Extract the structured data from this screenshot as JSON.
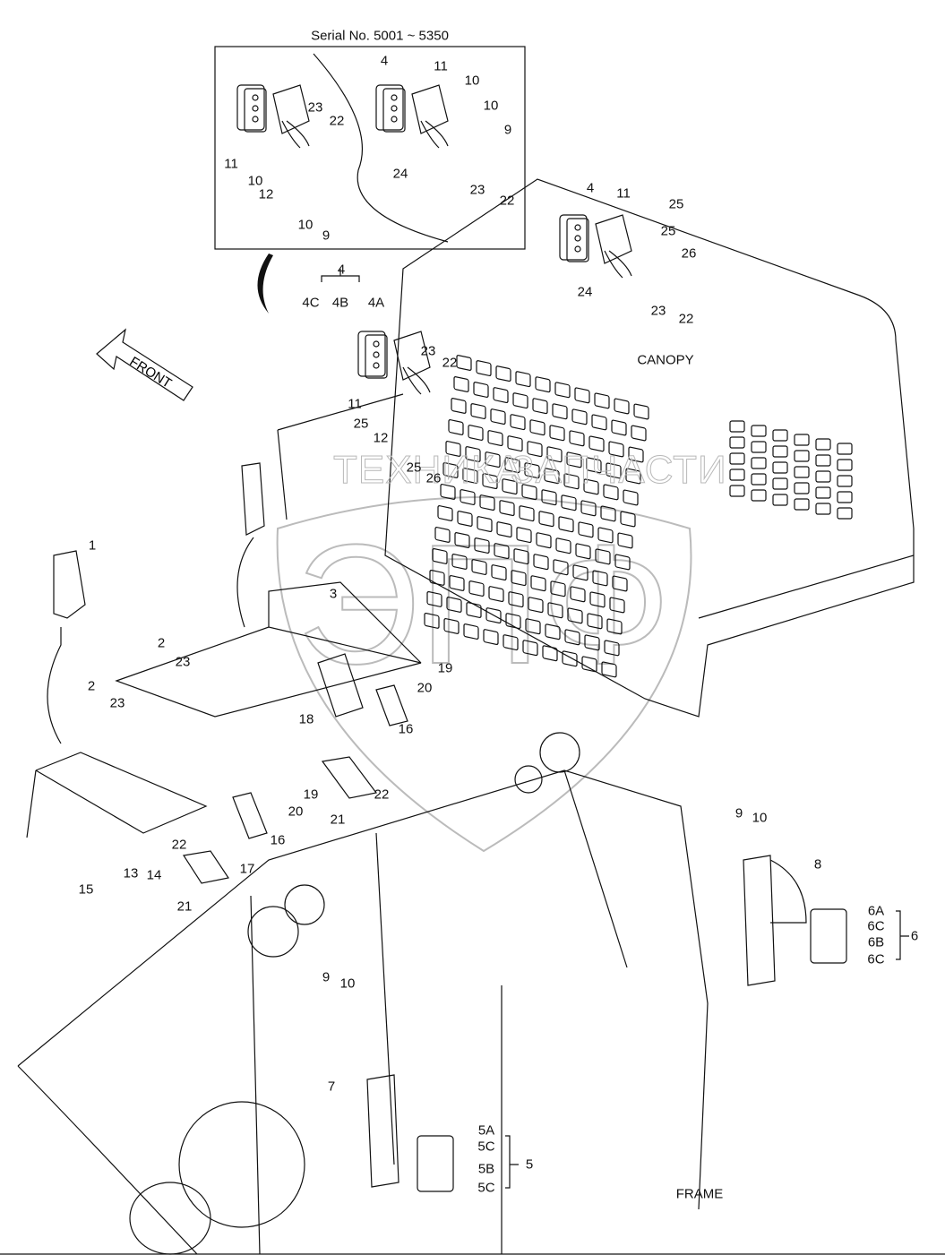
{
  "diagram": {
    "inset_title": "Serial No. 5001 ~ 5350",
    "section_labels": {
      "canopy": "CANOPY",
      "frame": "FRAME",
      "front": "FRONT"
    },
    "watermark": {
      "logo": "ЭПФ",
      "text_left": "ТЕХНИКА",
      "text_right": "ЗАПЧАСТИ"
    },
    "callouts": [
      "4",
      "11",
      "10",
      "10",
      "9",
      "23",
      "22",
      "11",
      "10",
      "12",
      "10",
      "9",
      "24",
      "23",
      "22",
      "4",
      "11",
      "25",
      "25",
      "26",
      "24",
      "23",
      "22",
      "4",
      "4C",
      "4B",
      "4A",
      "23",
      "22",
      "11",
      "25",
      "12",
      "25",
      "26",
      "1",
      "3",
      "2",
      "23",
      "2",
      "23",
      "19",
      "20",
      "18",
      "16",
      "22",
      "21",
      "19",
      "20",
      "16",
      "17",
      "22",
      "21",
      "13",
      "14",
      "15",
      "9",
      "10",
      "8",
      "6A",
      "6C",
      "6B",
      "6C",
      "6",
      "9",
      "10",
      "7",
      "5A",
      "5C",
      "5B",
      "5C",
      "5"
    ],
    "colors": {
      "line": "#111111",
      "watermark": "#b8b8b8"
    }
  }
}
